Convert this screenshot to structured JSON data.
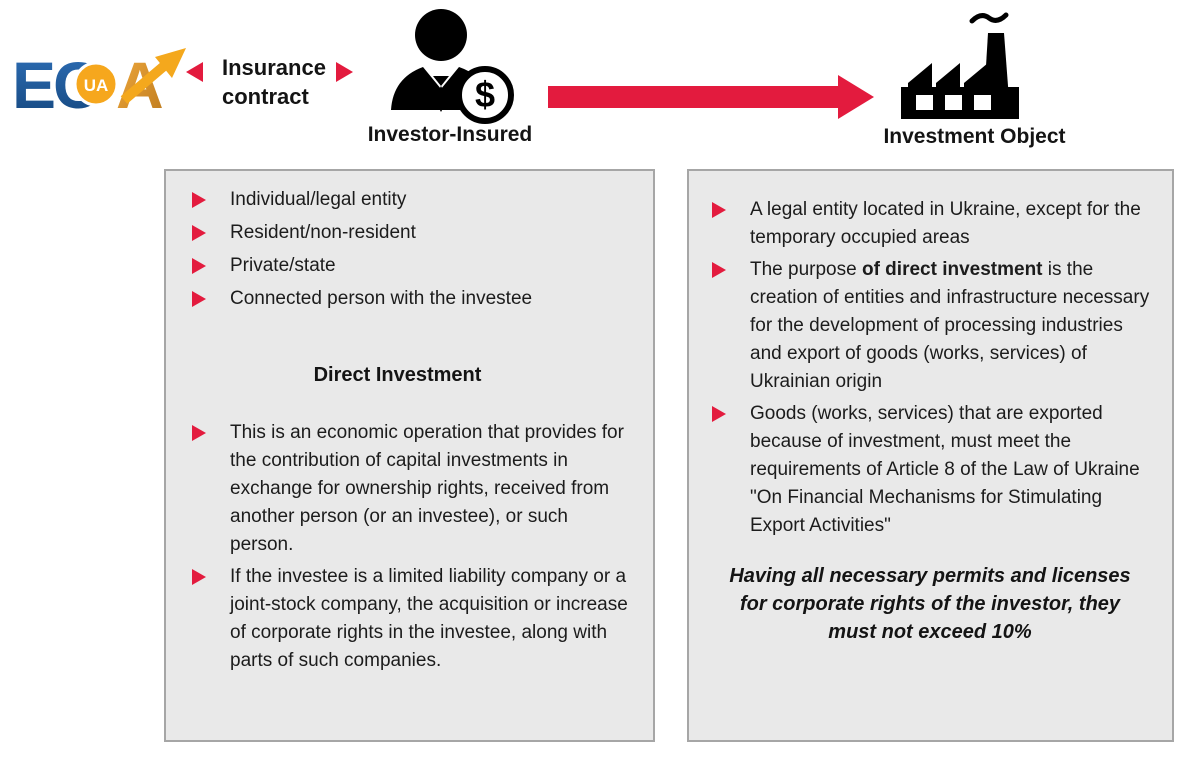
{
  "logo": {
    "letters_ec": "EC",
    "badge_ua": "UA",
    "letter_a": "A"
  },
  "flow": {
    "contract_line1": "Insurance",
    "contract_line2": "contract",
    "investor_label": "Investor-Insured",
    "object_label": "Investment Object",
    "coin_symbol": "$"
  },
  "left_box": {
    "bullets_top": [
      "Individual/legal entity",
      "Resident/non-resident",
      "Private/state",
      "Connected person with the investee"
    ],
    "heading": "Direct Investment",
    "bullets_bottom": [
      "This is an economic operation that provides for the contribution of capital investments in exchange for ownership rights, received from another person (or an investee), or such person.",
      "If the investee is a limited liability company or a joint-stock company, the acquisition or increase of corporate rights in the investee, along with parts of such companies."
    ]
  },
  "right_box": {
    "bullet_1": "A legal entity located in Ukraine, except for the temporary occupied areas",
    "bullet_2": {
      "pre": "The purpose ",
      "bold": "of direct investment",
      "post": " is the creation of entities and infrastructure necessary for the development of processing industries and export of goods (works, services) of Ukrainian origin"
    },
    "bullet_3": "Goods (works, services) that are exported because of investment, must meet the requirements of Article 8 of the Law of Ukraine \"On Financial Mechanisms for Stimulating Export Activities\"",
    "note": "Having all necessary permits and licenses for corporate rights of the investor, they must not exceed 10%"
  },
  "colors": {
    "accent_red": "#e31b3e",
    "box_bg": "#e9e9e9",
    "box_border": "#a6a6a6",
    "text": "#1c1c1c",
    "logo_blue": "#1e5c9e",
    "logo_orange": "#f0a43c",
    "logo_gold": "#f4a81d"
  }
}
